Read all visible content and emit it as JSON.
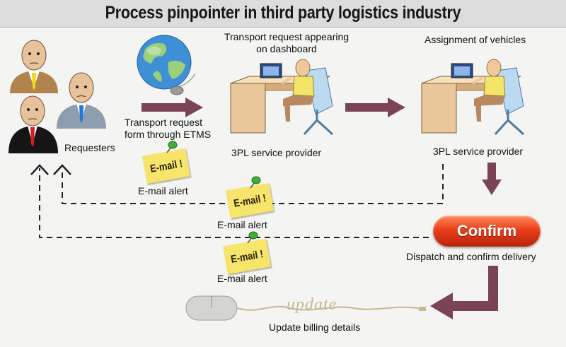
{
  "title": "Process pinpointer in third party logistics industry",
  "labels": {
    "requesters": "Requesters",
    "transport_request_line1": "Transport request",
    "transport_request_line2": "form through ETMS",
    "dashboard_line1": "Transport request appearing",
    "dashboard_line2": "on dashboard",
    "assignment": "Assignment of vehicles",
    "provider_1": "3PL service provider",
    "provider_2": "3PL service provider",
    "email_alert_1": "E-mail alert",
    "email_alert_2": "E-mail alert",
    "email_alert_3": "E-mail alert",
    "dispatch": "Dispatch and confirm delivery",
    "update_billing": "Update billing details",
    "update_word": "update"
  },
  "confirm_button": "Confirm",
  "email_note": [
    "E-mail !",
    "E-mail !",
    "E-mail !"
  ],
  "colors": {
    "arrow": "#7b4357",
    "note": "#f7e46a",
    "confirm": "#e8401b",
    "dashed": "#222222"
  },
  "icons": [
    "people-icon",
    "globe-icon",
    "computer-desk-icon",
    "mouse-icon",
    "pin-icon"
  ]
}
